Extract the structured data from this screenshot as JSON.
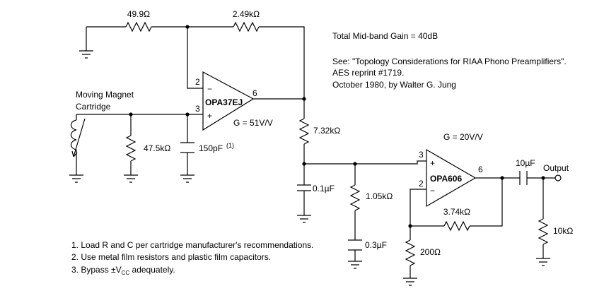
{
  "header_notes": {
    "gain": "Total Mid-band Gain = 40dB",
    "see_line1": "See: \"Topology Considerations for RIAA Phono Preamplifiers\".",
    "see_line2": "AES reprint #1719.",
    "see_line3": "October 1980, by Walter G. Jung"
  },
  "components": {
    "r_top_left": "49.9Ω",
    "r_top_feedback": "2.49kΩ",
    "r_732": "7.32kΩ",
    "r_475": "47.5kΩ",
    "c_150": "150pF",
    "c_150_note": "(1)",
    "c_01": "0.1µF",
    "r_105": "1.05kΩ",
    "c_03": "0.3µF",
    "r_374": "3.74kΩ",
    "r_200": "200Ω",
    "c_10u": "10µF",
    "r_10k": "10kΩ",
    "output": "Output"
  },
  "cartridge": {
    "line1": "Moving Magnet",
    "line2": "Cartridge"
  },
  "opamp1": {
    "name": "OPA37EJ",
    "gain": "G = 51V/V",
    "pin_inv": "2",
    "pin_noninv": "3",
    "pin_out": "6",
    "minus": "−",
    "plus": "+"
  },
  "opamp2": {
    "name": "OPA606",
    "gain": "G = 20V/V",
    "pin_noninv": "3",
    "pin_inv": "2",
    "pin_out": "6",
    "plus": "+",
    "minus": "−"
  },
  "footnotes": {
    "n1": "1. Load R and C per cartridge manufacturer's recommendations.",
    "n2": "2. Use metal film resistors and plastic film capacitors.",
    "n3_pre": "3. Bypass ±V",
    "n3_sub": "CC",
    "n3_post": " adequately."
  }
}
